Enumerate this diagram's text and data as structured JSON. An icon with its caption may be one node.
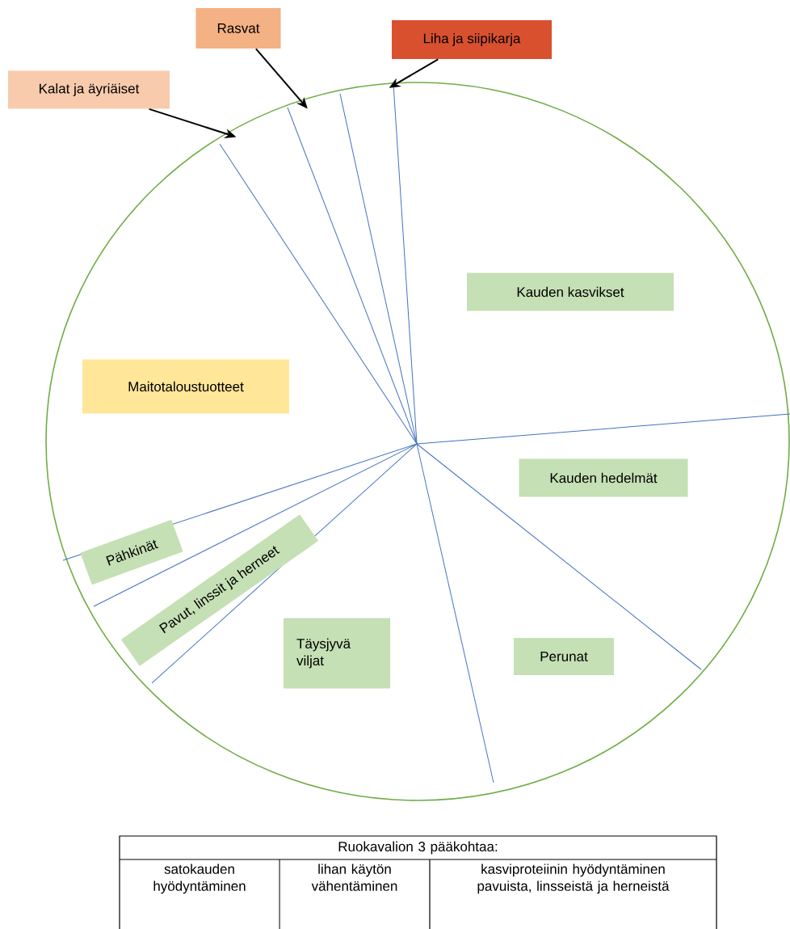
{
  "diagram": {
    "nodes": [
      {
        "text": [
          "Rasvat"
        ]
      },
      {
        "text": [
          "Liha ja siipikarja"
        ]
      },
      {
        "text": [
          "Kalat ja äyriäiset"
        ]
      },
      {
        "text": [],
        "shape": "circle"
      },
      {
        "text": [
          "Kauden kasvikset"
        ],
        "in": 3
      },
      {
        "text": [
          "Maitotaloustuotteet"
        ],
        "in": 3
      },
      {
        "text": [
          "Kauden hedelmät"
        ],
        "in": 3
      },
      {
        "text": [
          "Pähkinät"
        ],
        "in": 3
      },
      {
        "text": [
          "Pavut, linssit ja herneet"
        ],
        "in": 3
      },
      {
        "text": [
          "Täysjyvä viljat"
        ],
        "in": 3
      },
      {
        "text": [
          "Perunat"
        ],
        "in": 3
      }
    ],
    "edges": [
      {
        "from": 2,
        "to": 3,
        "arrow": "to"
      },
      {
        "from": 0,
        "to": 3,
        "arrow": "to"
      },
      {
        "from": 1,
        "to": 3,
        "arrow": "to"
      }
    ],
    "labels": [
      "Ruokavalion 3 pääkohtaa:",
      "satokauden hyödyntäminen",
      "lihan käytön vähentäminen",
      "kasviproteiinin hyödyntäminen pavuista, linsseistä ja herneistä"
    ]
  }
}
